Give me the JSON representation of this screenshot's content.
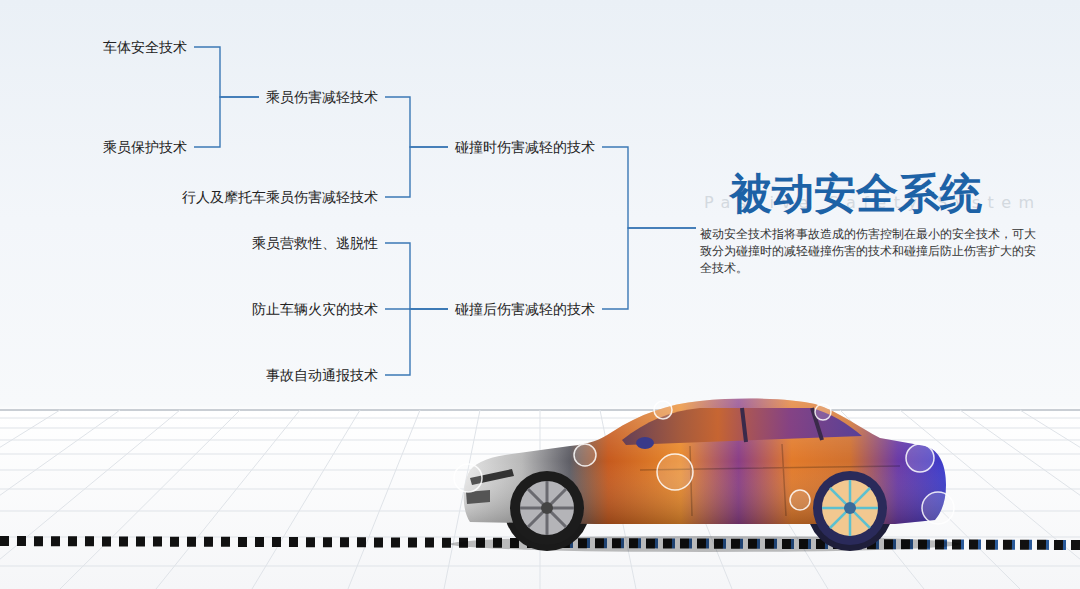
{
  "diagram": {
    "nodes": [
      {
        "text": [
          "车体安全技术"
        ]
      },
      {
        "text": [
          "乘员保护技术"
        ]
      },
      {
        "text": [
          "乘员伤害减轻技术"
        ]
      },
      {
        "text": [
          "行人及摩托车乘员伤害减轻技术"
        ]
      },
      {
        "text": [
          "碰撞时伤害减轻的技术"
        ]
      },
      {
        "text": [
          "乘员营救性、逃脱性"
        ]
      },
      {
        "text": [
          "防止车辆火灾的技术"
        ]
      },
      {
        "text": [
          "事故自动通报技术"
        ]
      },
      {
        "text": [
          "碰撞后伤害减轻的技术"
        ]
      },
      {
        "text": [
          "被动安全系统",
          "被动安全技术指将事故造成的伤害控制在最小的安全技术，可大致分为碰撞时的减轻碰撞伤害的技术和碰撞后防止伤害扩大的安全技术。"
        ]
      }
    ],
    "edges": [
      {
        "from": 0,
        "to": 2,
        "arrow": "none"
      },
      {
        "from": 1,
        "to": 2,
        "arrow": "none"
      },
      {
        "from": 2,
        "to": 4,
        "arrow": "none"
      },
      {
        "from": 3,
        "to": 4,
        "arrow": "none"
      },
      {
        "from": 4,
        "to": 9,
        "arrow": "none"
      },
      {
        "from": 5,
        "to": 8,
        "arrow": "none"
      },
      {
        "from": 6,
        "to": 8,
        "arrow": "none"
      },
      {
        "from": 7,
        "to": 8,
        "arrow": "none"
      },
      {
        "from": 8,
        "to": 9,
        "arrow": "none"
      }
    ],
    "labels": [
      "Passive Safety System"
    ]
  }
}
